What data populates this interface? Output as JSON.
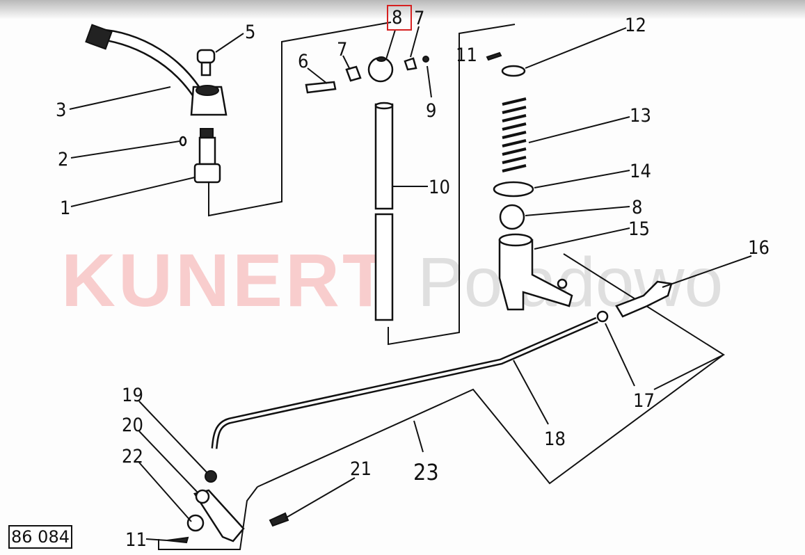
{
  "diagram": {
    "drawing_number": "86 084",
    "highlighted_label": "8",
    "watermark": {
      "brand": "KUNERT",
      "place": "Poladowo"
    },
    "labels": {
      "l1": "1",
      "l2": "2",
      "l3": "3",
      "l5": "5",
      "l6": "6",
      "l7a": "7",
      "l7b": "7",
      "l8b": "8",
      "l9": "9",
      "l10": "10",
      "l11a": "11",
      "l12": "12",
      "l13": "13",
      "l14": "14",
      "l15": "15",
      "l16": "16",
      "l17": "17",
      "l18": "18",
      "l19": "19",
      "l20": "20",
      "l21": "21",
      "l22": "22",
      "l23": "23",
      "l11b": "11"
    },
    "highlight_color": "#d62020"
  }
}
